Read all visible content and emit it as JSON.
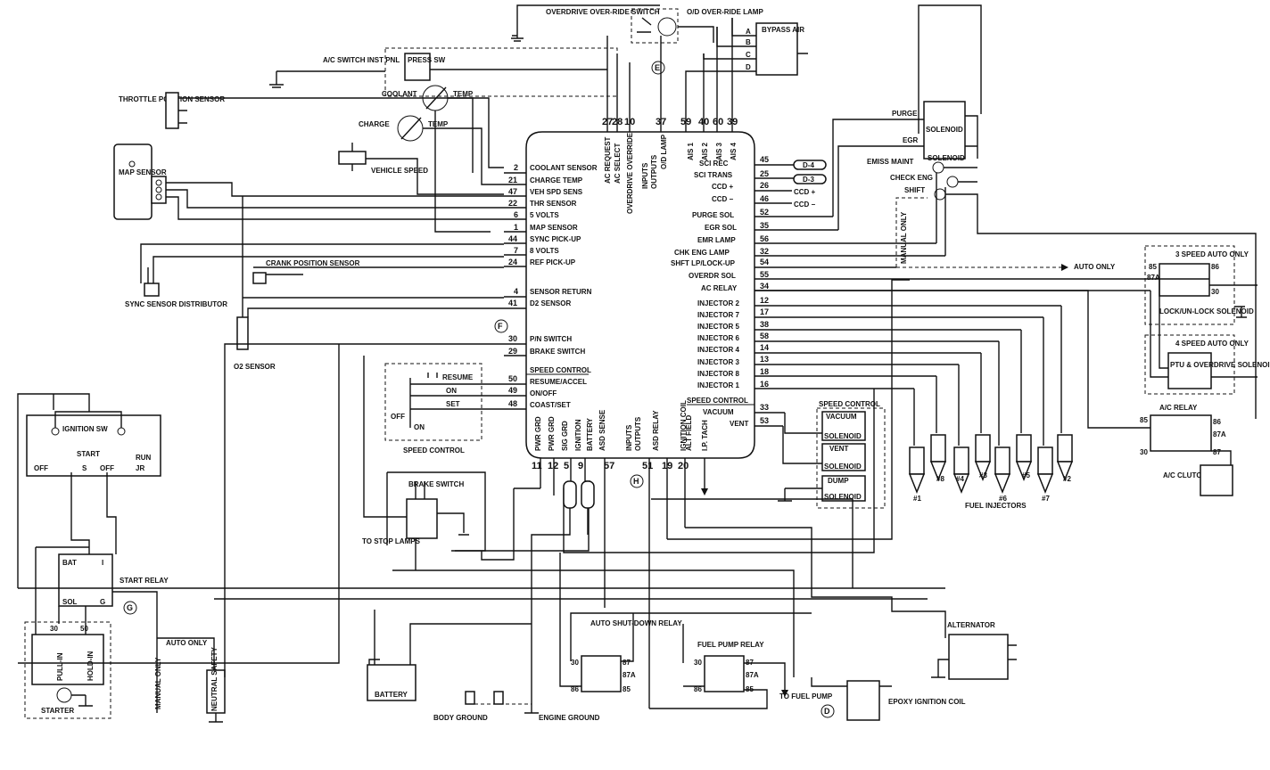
{
  "components": {
    "overdrive_override_switch": "OVERDRIVE OVER-RIDE SWITCH",
    "od_override_lamp": "O/D OVER-RIDE LAMP",
    "bypass_air": "BYPASS AIR",
    "bypass_pins": [
      "A",
      "B",
      "C",
      "D"
    ],
    "ac_switch": "A/C SWITCH INST PNL",
    "press_sw": "PRESS SW",
    "coolant_temp": [
      "COOLANT",
      "TEMP"
    ],
    "charge_temp": [
      "CHARGE",
      "TEMP"
    ],
    "throttle_position_sensor": "THROTTLE POSITION SENSOR",
    "map_sensor": "MAP SENSOR",
    "vehicle_speed": "VEHICLE SPEED",
    "crank_position_sensor": "CRANK POSITION SENSOR",
    "sync_sensor": "SYNC SENSOR DISTRIBUTOR",
    "o2_sensor": "O2 SENSOR",
    "purge_solenoid": "PURGE",
    "egr_solenoid": "EGR",
    "solenoid": "SOLENOID",
    "emiss_maint": "EMISS MAINT",
    "check_eng": "CHECK ENG",
    "shift": "SHIFT",
    "manual_only": "MANUAL ONLY",
    "auto_only": "AUTO ONLY",
    "speed3_auto": "3 SPEED AUTO ONLY",
    "lock_unlock_solenoid": "LOCK/UN-LOCK SOLENOID",
    "speed4_auto": "4 SPEED AUTO ONLY",
    "ptu_od_solenoid": "PTU & OVERDRIVE SOLENOID",
    "ac_relay": "A/C RELAY",
    "ac_clutch": "A/C CLUTCH",
    "relay_pins": [
      "85",
      "86",
      "87A",
      "87",
      "30"
    ],
    "fuel_injectors": "FUEL INJECTORS",
    "injector_labels": [
      "#1",
      "#8",
      "#4",
      "#3",
      "#6",
      "#5",
      "#7",
      "#2"
    ],
    "speed_control": "SPEED CONTROL",
    "vacuum": "VACUUM",
    "vent": "VENT",
    "dump": "DUMP",
    "resume": "RESUME",
    "on": "ON",
    "set": "SET",
    "off": "OFF",
    "ignition_sw": "IGNITION SW",
    "start": "START",
    "run": "RUN",
    "ign_positions": [
      "OFF",
      "S",
      "OFF",
      "JR"
    ],
    "start_relay": "START RELAY",
    "bat": "BAT",
    "sol": "SOL",
    "g": "G",
    "i": "I",
    "starter": "STARTER",
    "pull_in": "PULL-IN",
    "hold_in": "HOLD-IN",
    "starter_pins": [
      "30",
      "50"
    ],
    "neutral_safety": "NEUTRAL SAFETY",
    "brake_switch": "BRAKE SWITCH",
    "to_stop_lamps": "TO STOP LAMPS",
    "battery": "BATTERY",
    "body_ground": "BODY GROUND",
    "engine_ground": "ENGINE GROUND",
    "auto_shutdown_relay": "AUTO SHUT-DOWN RELAY",
    "fuel_pump_relay": "FUEL PUMP RELAY",
    "to_fuel_pump": "TO FUEL PUMP",
    "epoxy_coil": "EPOXY IGNITION COIL",
    "alternator": "ALTERNATOR",
    "ccd_plus": "CCD +",
    "ccd_minus": "CCD −",
    "d4": "D-4",
    "d3": "D-3",
    "markers": [
      "E",
      "F",
      "G",
      "H",
      "D"
    ]
  },
  "module": {
    "top_pins": [
      "27",
      "28",
      "10",
      "37",
      "59",
      "40",
      "60",
      "39"
    ],
    "top_labels": [
      "AC REQUEST",
      "AC SELECT",
      "OVERDRIVE OVERRIDE",
      "O/D LAMP",
      "AIS 1",
      "AIS 2",
      "AIS 3",
      "AIS 4"
    ],
    "inputs_outputs": [
      "INPUTS",
      "OUTPUTS"
    ],
    "left_pins": [
      {
        "pin": "2",
        "label": "COOLANT SENSOR"
      },
      {
        "pin": "21",
        "label": "CHARGE TEMP"
      },
      {
        "pin": "47",
        "label": "VEH SPD SENS"
      },
      {
        "pin": "22",
        "label": "THR SENSOR"
      },
      {
        "pin": "6",
        "label": "5 VOLTS"
      },
      {
        "pin": "1",
        "label": "MAP SENSOR"
      },
      {
        "pin": "44",
        "label": "SYNC PICK-UP"
      },
      {
        "pin": "7",
        "label": "8 VOLTS"
      },
      {
        "pin": "24",
        "label": "REF PICK-UP"
      },
      {
        "pin": "4",
        "label": "SENSOR RETURN"
      },
      {
        "pin": "41",
        "label": "D2 SENSOR"
      },
      {
        "pin": "30",
        "label": "P/N SWITCH"
      },
      {
        "pin": "29",
        "label": "BRAKE SWITCH"
      },
      {
        "pin": "",
        "label": "SPEED CONTROL"
      },
      {
        "pin": "50",
        "label": "RESUME/ACCEL"
      },
      {
        "pin": "49",
        "label": "ON/OFF"
      },
      {
        "pin": "48",
        "label": "COAST/SET"
      }
    ],
    "right_pins": [
      {
        "pin": "45",
        "label": "SCI REC"
      },
      {
        "pin": "25",
        "label": "SCI TRANS"
      },
      {
        "pin": "26",
        "label": "CCD +"
      },
      {
        "pin": "46",
        "label": "CCD −"
      },
      {
        "pin": "52",
        "label": "PURGE SOL"
      },
      {
        "pin": "35",
        "label": "EGR SOL"
      },
      {
        "pin": "56",
        "label": "EMR LAMP"
      },
      {
        "pin": "32",
        "label": "CHK ENG LAMP"
      },
      {
        "pin": "54",
        "label": "SHFT LP/LOCK-UP"
      },
      {
        "pin": "55",
        "label": "OVERDR SOL"
      },
      {
        "pin": "34",
        "label": "AC RELAY"
      },
      {
        "pin": "12",
        "label": "INJECTOR 2"
      },
      {
        "pin": "17",
        "label": "INJECTOR 7"
      },
      {
        "pin": "38",
        "label": "INJECTOR 5"
      },
      {
        "pin": "58",
        "label": "INJECTOR 6"
      },
      {
        "pin": "14",
        "label": "INJECTOR 4"
      },
      {
        "pin": "13",
        "label": "INJECTOR 3"
      },
      {
        "pin": "18",
        "label": "INJECTOR 8"
      },
      {
        "pin": "16",
        "label": "INJECTOR 1"
      },
      {
        "pin": "",
        "label": "SPEED CONTROL"
      },
      {
        "pin": "33",
        "label": "VACUUM"
      },
      {
        "pin": "53",
        "label": "VENT"
      }
    ],
    "bottom_pins": [
      "11",
      "12",
      "5",
      "9",
      "57",
      "51",
      "19",
      "20"
    ],
    "bottom_labels": [
      "PWR GRD",
      "PWR GRD",
      "SIG GRD",
      "IGNITION",
      "BATTERY",
      "ASD SENSE",
      "ASD RELAY",
      "IGNITION COIL",
      "ALT FIELD",
      "I.P. TACH"
    ],
    "bottom_io": [
      "INPUTS",
      "OUTPUTS"
    ]
  }
}
